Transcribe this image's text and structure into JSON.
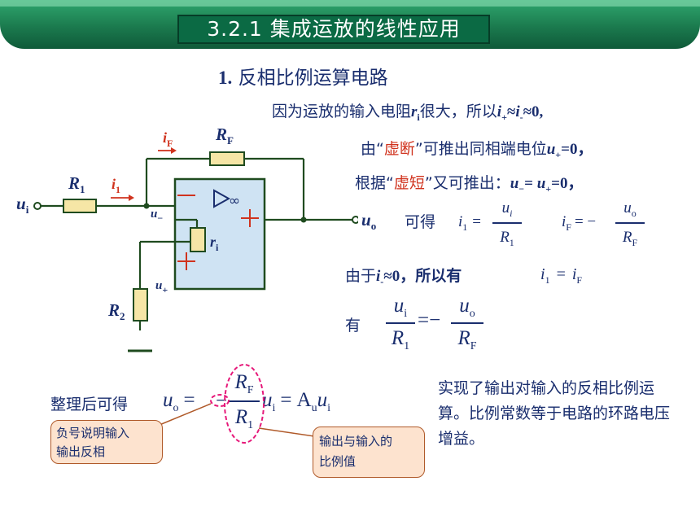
{
  "header": {
    "title": "3.2.1 集成运放的线性应用"
  },
  "heading": {
    "number": "1.",
    "text": "反相比例运算电路"
  },
  "lines": {
    "line1_prefix": "因为运放的输入电阻",
    "line1_ri": "r",
    "line1_ri_sub": "i",
    "line1_suffix": "很大，所以",
    "line1_i1": "i",
    "line1_i1_sub": "+",
    "line1_approx": "≈",
    "line1_i2": "i",
    "line1_i2_sub": "-",
    "line1_end": "≈0,",
    "line2_prefix": "由“",
    "line2_red": "虚断",
    "line2_mid": "”可推出同相端电位",
    "line2_u": "u",
    "line2_u_sub": "+",
    "line2_end": "=0，",
    "line3_prefix": "根据“",
    "line3_red": "虚短",
    "line3_mid": "”又可推出：",
    "line3_u1": "u",
    "line3_u1_sub": "−",
    "line3_eq": "= ",
    "line3_u2": "u",
    "line3_u2_sub": "+",
    "line3_end": "=0，",
    "line4_uo": "u",
    "line4_uo_sub": "o",
    "line4_text": "可得",
    "line5_prefix": "由于",
    "line5_i": "i",
    "line5_i_sub": "-",
    "line5_end": "≈0，所以有",
    "line6_text": "有"
  },
  "formulas": {
    "i1_lhs": "i",
    "i1_sub": "1",
    "eq": "=",
    "frac1_num": "u",
    "frac1_num_sub": "i",
    "frac1_den": "R",
    "frac1_den_sub": "1",
    "iF_lhs": "i",
    "iF_sub": "F",
    "eq_neg": "= −",
    "frac2_num": "u",
    "frac2_num_sub": "o",
    "frac2_den": "R",
    "frac2_den_sub": "F",
    "i1_eq_iF": "i",
    "i1_eq_sub1": "1",
    "i1_eq_mid": "=",
    "i1_eq_rhs": "i",
    "i1_eq_sub2": "F",
    "big_num1": "u",
    "big_num1_sub": "i",
    "big_den1": "R",
    "big_den1_sub": "1",
    "big_eq": "=−",
    "big_num2": "u",
    "big_num2_sub": "o",
    "big_den2": "R",
    "big_den2_sub": "F"
  },
  "result": {
    "label": "整理后可得",
    "uo": "u",
    "uo_sub": "o",
    "eq": "=",
    "minus": "−",
    "num": "R",
    "num_sub": "F",
    "den": "R",
    "den_sub": "1",
    "ui": "u",
    "ui_sub": "i",
    "eq2": "=",
    "Au": "A",
    "Au_sub": "u",
    "ui2": "u",
    "ui2_sub": "i"
  },
  "notes": {
    "note1_line1": "负号说明输入",
    "note1_line2": "输出反相",
    "note2_line1": "输出与输入的",
    "note2_line2": "比例值"
  },
  "description": "实现了输出对输入的反相比例运算。比例常数等于电路的环路电压增益。",
  "circuit": {
    "ui": "u",
    "ui_sub": "i",
    "R1": "R",
    "R1_sub": "1",
    "i1": "i",
    "i1_sub": "1",
    "iF": "i",
    "iF_sub": "F",
    "RF": "R",
    "RF_sub": "F",
    "u_minus": "u",
    "u_minus_sub": "−",
    "u_plus": "u",
    "u_plus_sub": "+",
    "ri": "r",
    "ri_sub": "i",
    "R2": "R",
    "R2_sub": "2",
    "uo": "u",
    "uo_sub": "o",
    "minus_sign": "−",
    "plus_sign": "+",
    "opamp_symbol": "▷∞"
  },
  "colors": {
    "header_green": "#1b7a4e",
    "text_blue": "#1a2e6e",
    "accent_red": "#d0331e",
    "opamp_fill": "#cfe3f3",
    "resistor_fill": "#f6e6a6",
    "note_fill": "#fde3cf"
  }
}
